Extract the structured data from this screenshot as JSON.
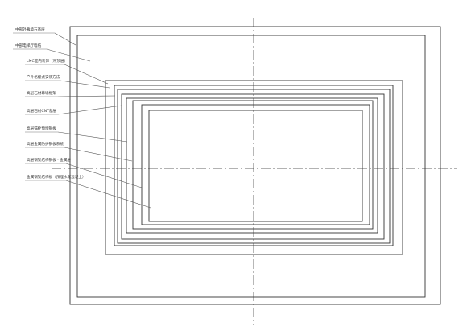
{
  "diagram": {
    "title": "",
    "labels": [
      "中部外幕墙石基层",
      "中部电梯厅墙纸",
      "LMC室内装饰（吊顶层）",
      "户外格栅式安装方法",
      "高层石材幕墙框架",
      "高层石材CNT基层",
      "高层锚栓预埋钢板",
      "高层金属防护钢板系统",
      "高层钢架结构钢板 · 金属层",
      "金属钢架结构板（预埋水泥混凝土）"
    ]
  }
}
